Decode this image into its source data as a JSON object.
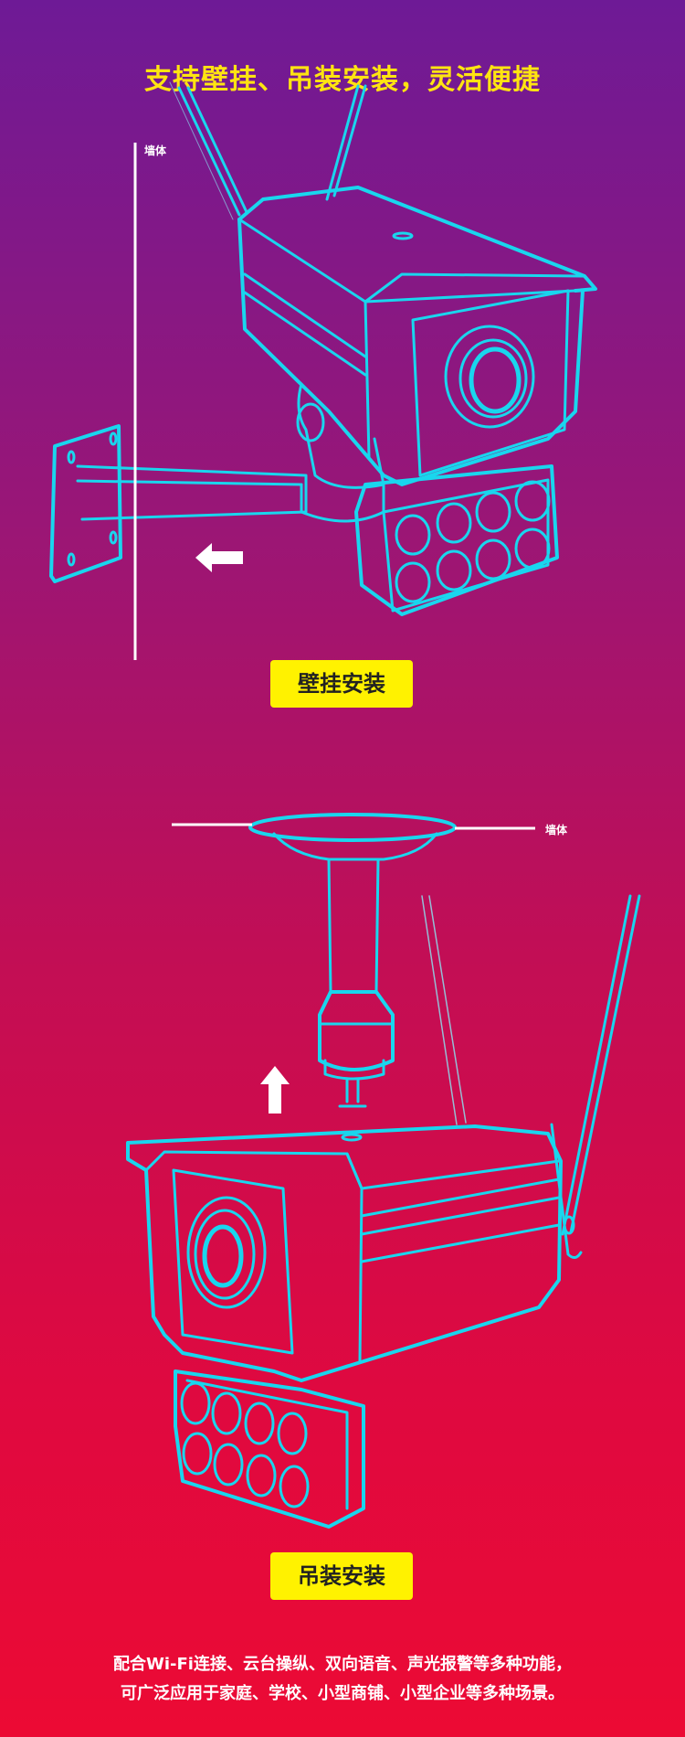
{
  "title": "支持壁挂、吊装安装，灵活便捷",
  "wall_mount": {
    "wall_label": "墙体",
    "badge": "壁挂安装",
    "arrow_icon": "arrow-left-icon"
  },
  "ceiling_mount": {
    "wall_label": "墙体",
    "badge": "吊装安装",
    "arrow_icon": "arrow-up-icon"
  },
  "description": {
    "line1": "配合Wi-Fi连接、云台操纵、双向语音、声光报警等多种功能，",
    "line2": "可广泛应用于家庭、学校、小型商铺、小型企业等多种场景。"
  },
  "colors": {
    "outline": "#19d6ee",
    "badge": "#fff200",
    "title": "#ffe411"
  }
}
